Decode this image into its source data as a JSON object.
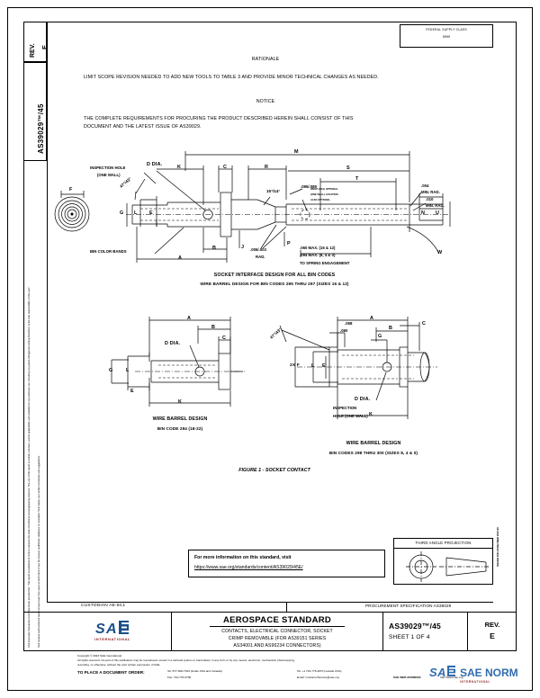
{
  "document": {
    "rev_label": "REV.",
    "rev_value": "E",
    "spec_side": "AS39029™/45",
    "fsc_line1": "FEDERAL SUPPLY CLASS",
    "fsc_line2": "5999",
    "issued_revised": "ISSUED 2001-08   REVISED 2023-09",
    "left_margin_disclaimer": "SAE Executive Standards Committee Rules provide that: “This report is published by SAE to advance the state of technical and engineering sciences.  The use of this report is entirely voluntary, and its applicability and suitability for any particular use, including any patent infringement arising therefrom, is the sole responsibility of the user.”",
    "left_margin_suggestions": "SAE reviews each technical report at least every five years at which time it may be revised, reaffirmed, stabilized, or cancelled. SAE invites your written comments and suggestions."
  },
  "rationale": {
    "heading": "RATIONALE",
    "body": "LIMIT SCOPE REVISION NEEDED TO ADD NEW TOOLS TO TABLE 3 AND PROVIDE MINOR TECHNICAL CHANGES AS NEEDED."
  },
  "notice": {
    "heading": "NOTICE",
    "body_line1": "THE COMPLETE REQUIREMENTS FOR PROCURING THE PRODUCT DESCRIBED HEREIN SHALL CONSIST OF THIS",
    "body_line2": "DOCUMENT AND THE LATEST ISSUE OF AS39029."
  },
  "figure1": {
    "labels": {
      "d_dia": "D DIA.",
      "inspection_hole": "INSPECTION HOLE",
      "one_wall": "(ONE WALL)",
      "bin_color_bands": "BIN COLOR BANDS",
      "angle_47_43": "47°/43°",
      "angle_15_14": "15°/14°",
      "dim_F": "F",
      "dim_G": "G",
      "dim_L": "L",
      "dim_E": "E",
      "dim_A": "A",
      "dim_B": "B",
      "dim_J": "J",
      "dim_K": "K",
      "dim_C": "C",
      "dim_R": "R",
      "dim_M": "M",
      "dim_S": "S",
      "dim_T": "T",
      "dim_P": "P",
      "dim_N": "N",
      "dim_U": "U",
      "dim_W": "W",
      "rad_006_003": ".006/.003",
      "rad_word": "RAD.",
      "dim_095_089": ".095/.089",
      "weep_l1": "WEEP HOLE OPTIONAL",
      "weep_l2": "(ONE WALL) LOCATION",
      "weep_l3": "ALSO OPTIONAL",
      "min_rad_004": ".004",
      "min_rad_004_w": "MIN. RAD.",
      "min_rad_010": ".010",
      "min_rad_010_w": "MIN. RAD.",
      "spring_l1": ".060 MAX. (16 & 12)",
      "spring_l2": ".094 MAX. (8, 4 & 0)",
      "spring_l3": "TO SPRING ENGAGEMENT"
    },
    "caption_line1": "SOCKET INTERFACE DESIGN FOR ALL BIN CODES",
    "caption_line2": "WIRE BARREL DESIGN FOR BIN CODES 295 THRU 297 (SIZES 16 & 12)"
  },
  "figure2": {
    "labels": {
      "dim_A": "A",
      "dim_B": "B",
      "dim_C": "C",
      "dim_D": "D DIA.",
      "dim_E": "E",
      "dim_G": "G",
      "dim_K": "K",
      "dim_L": "L"
    },
    "caption_line1": "WIRE BARREL DESIGN",
    "caption_line2": "BIN CODE 294 (18-22)"
  },
  "figure3": {
    "labels": {
      "dim_A": "A",
      "dim_B": "B",
      "dim_C": "C",
      "dim_E": "E",
      "dim_F": "2X  F",
      "dim_G": "G",
      "dim_K": "K",
      "dim_L": "L",
      "dim_D": "D DIA.",
      "inspection_l1": "INSPECTION",
      "inspection_l2": "HOLE (ONE WALL)",
      "angle_47_43": "47°/43°",
      "dim_068": ".068",
      "dim_060": ".060"
    },
    "caption_line1": "WIRE BARREL DESIGN",
    "caption_line2": "BIN CODES 298 THRU 300 (SIZES 8, 4 & 0)"
  },
  "figure_title": "FIGURE 1 - SOCKET CONTACT",
  "info_box": {
    "line1": "For more information on this standard, visit",
    "url": "https://www.sae.org/standards/content/AS39029/45E/"
  },
  "projection": {
    "heading": "THIRD ANGLE PROJECTION"
  },
  "title_block": {
    "custodian": "CUSTODIAN  AE-8C1",
    "procurement": "PROCUREMENT SPECIFICATION AS39029",
    "logo_text": "SAE",
    "logo_sub": "INTERNATIONAL",
    "standard_type": "AEROSPACE STANDARD",
    "desc_line1": "CONTACTS, ELECTRICAL CONNECTOR, SOCKET",
    "desc_line2": "CRIMP REMOVABLE (FOR AS39151 SERIES",
    "desc_line3": "AS34001 AND AS96234 CONNECTORS)",
    "doc_number": "AS39029™/45",
    "sheet": "SHEET 1 OF 4",
    "rev_label": "REV.",
    "rev_value": "E"
  },
  "footer": {
    "copyright": "Copyright © 2023 SAE International",
    "rights_l1": "All rights reserved.  No part of this publication may be reproduced, stored in a retrieval system or transmitted, in any form or by any means, electronic, mechanical, photocopying,",
    "rights_l2": "recording, or otherwise, without the prior written permission of SAE.",
    "order_label": "TO PLACE A DOCUMENT ORDER:",
    "tel_usa": "Tel:   877-606-7323 (inside USA and Canada)",
    "fax": "Fax:  724-776-0790",
    "tel_intl": "Tel:   +1 724-776-4970 (outside USA)",
    "email": "Email:  CustomerService@sae.org",
    "web_label": "SAE WEB ADDRESS:",
    "web_url": "http://www.sae.org",
    "watermark": "SAE NORM",
    "watermark_sub": "INTERNATIONAL"
  }
}
